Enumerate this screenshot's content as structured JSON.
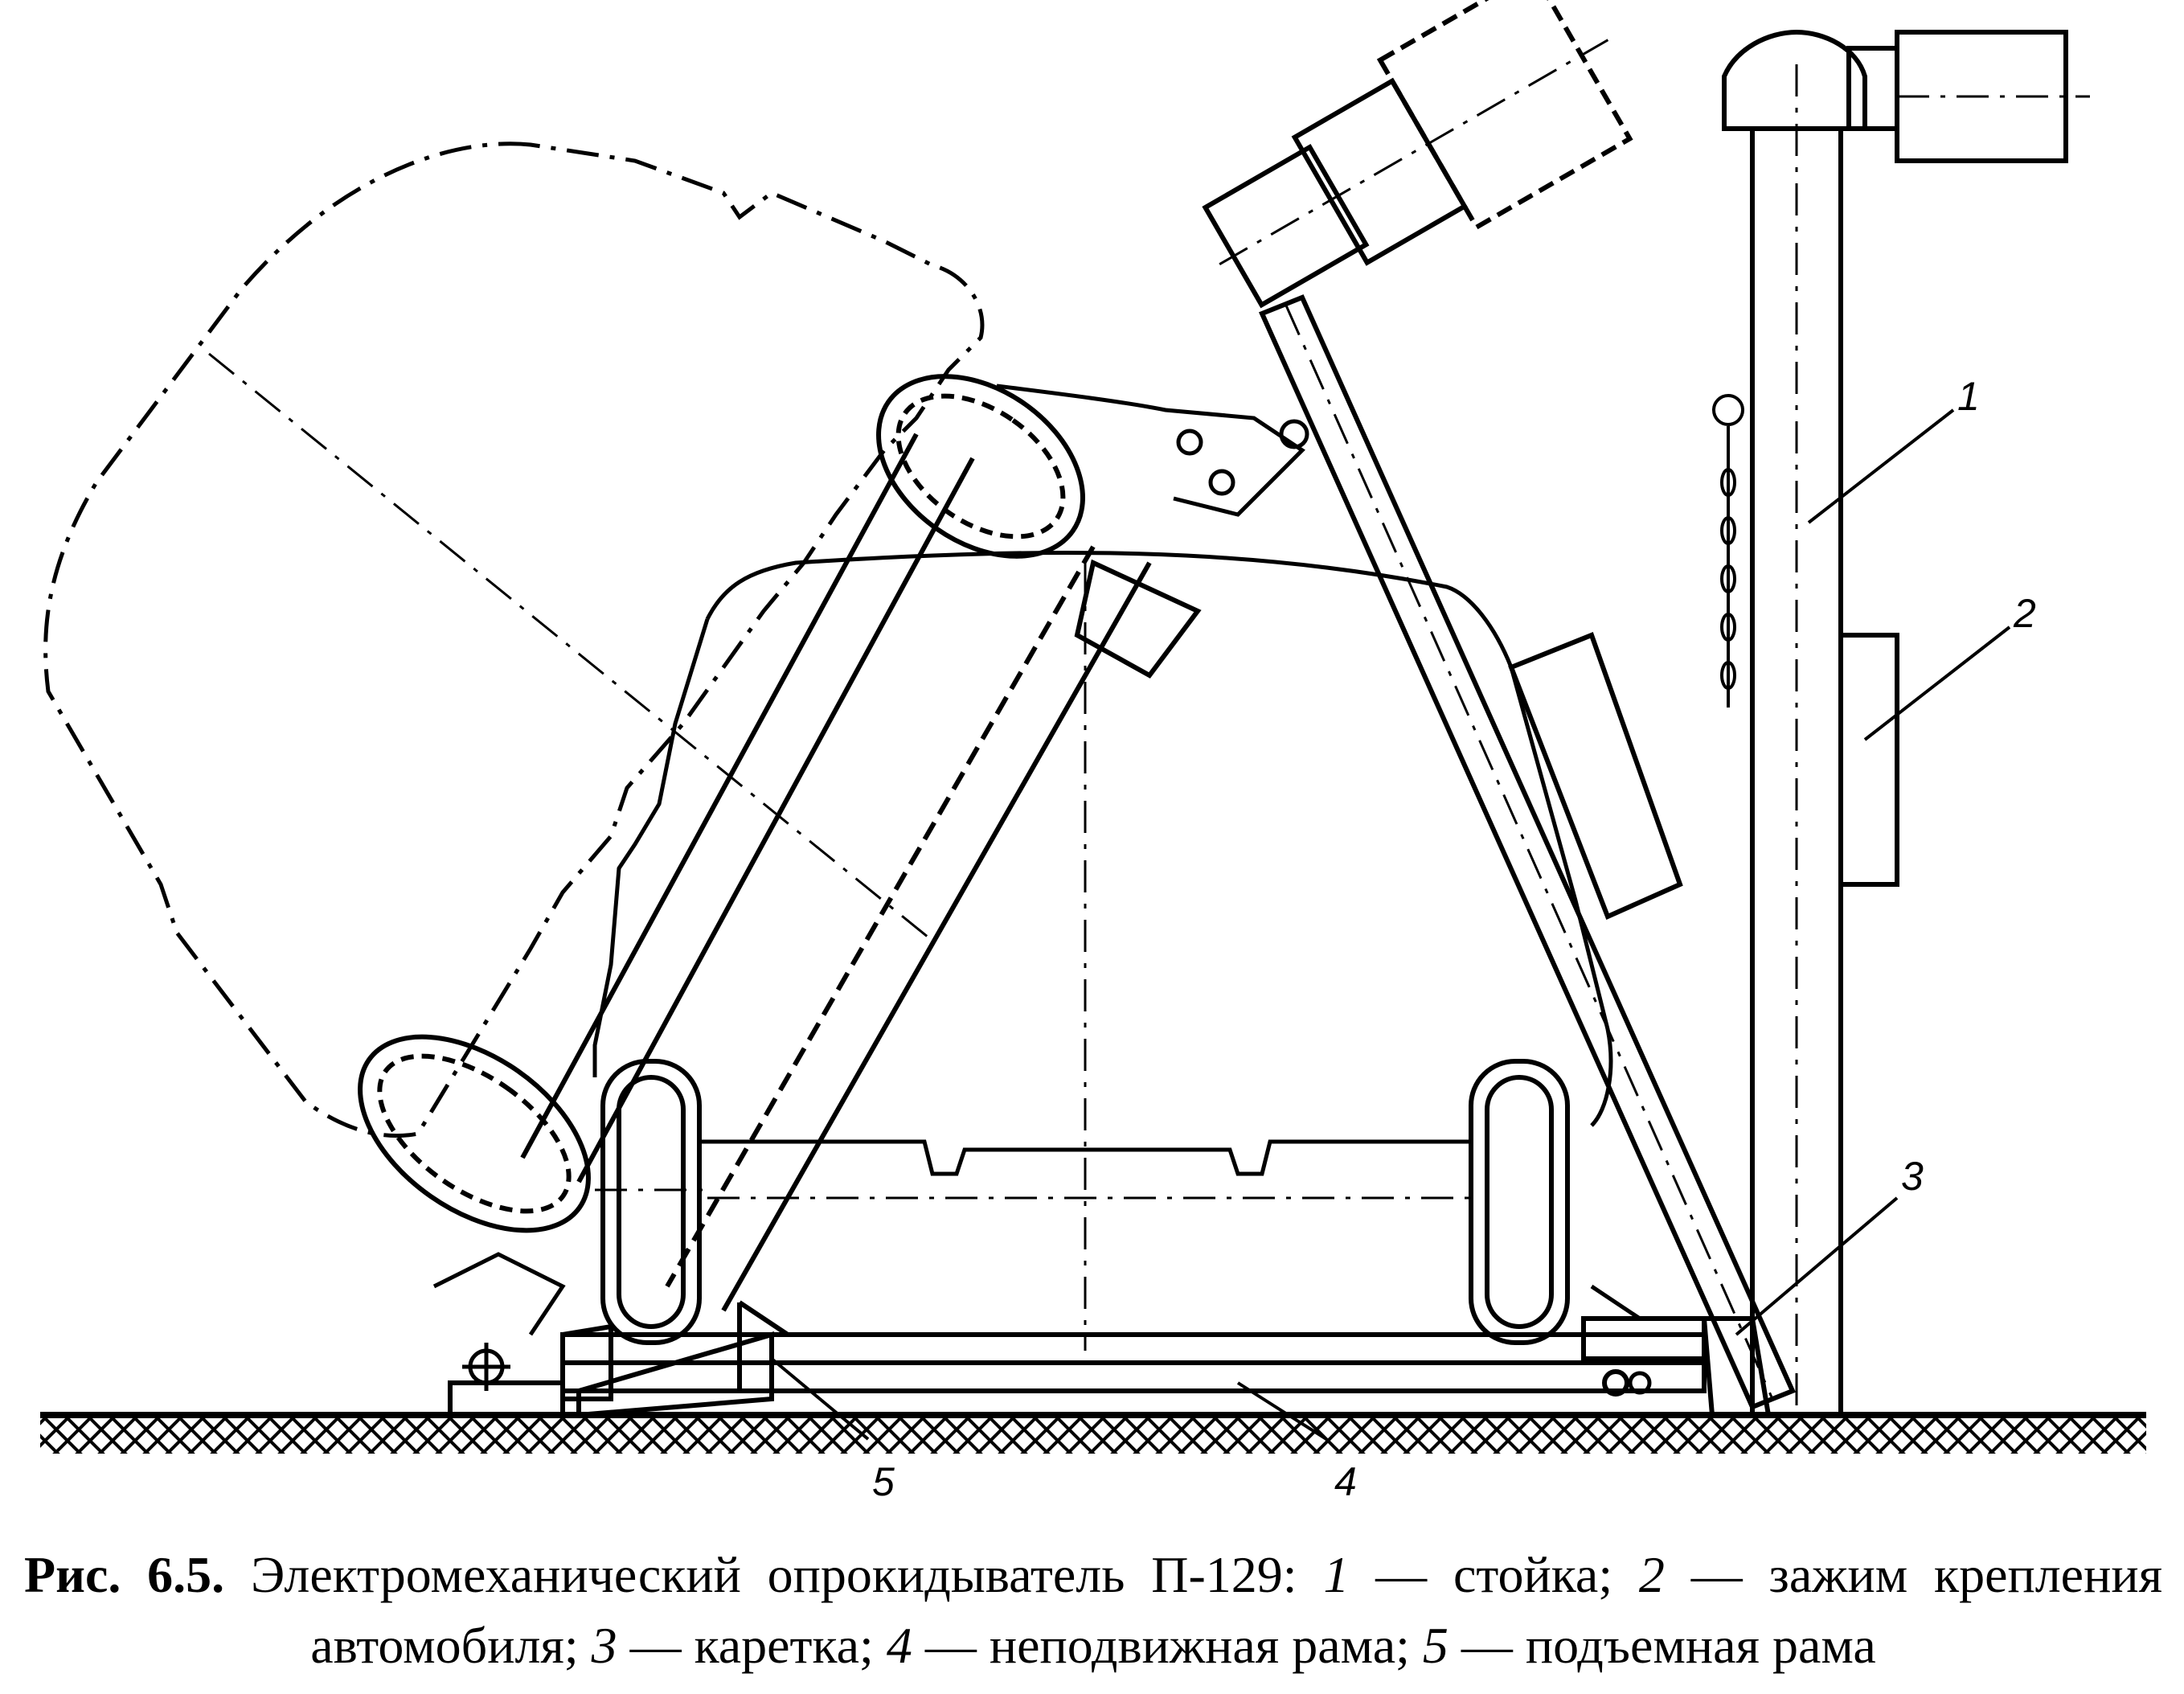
{
  "callouts": [
    {
      "id": "1",
      "label": "1"
    },
    {
      "id": "2",
      "label": "2"
    },
    {
      "id": "3",
      "label": "3"
    },
    {
      "id": "4",
      "label": "4"
    },
    {
      "id": "5",
      "label": "5"
    }
  ],
  "caption": {
    "figure_number": "Рис. 6.5.",
    "title": "Электромеханический опрокидыватель П-129:",
    "items": [
      {
        "num": "1",
        "sep": " — ",
        "text": "стойка;"
      },
      {
        "num": "2",
        "sep": " — ",
        "text": "зажим крепления автомобиля;"
      },
      {
        "num": "3",
        "sep": " — ",
        "text": "каретка;"
      },
      {
        "num": "4",
        "sep": " — ",
        "text": "неподвижная рама;"
      },
      {
        "num": "5",
        "sep": " — ",
        "text": "подъемная рама"
      }
    ]
  }
}
